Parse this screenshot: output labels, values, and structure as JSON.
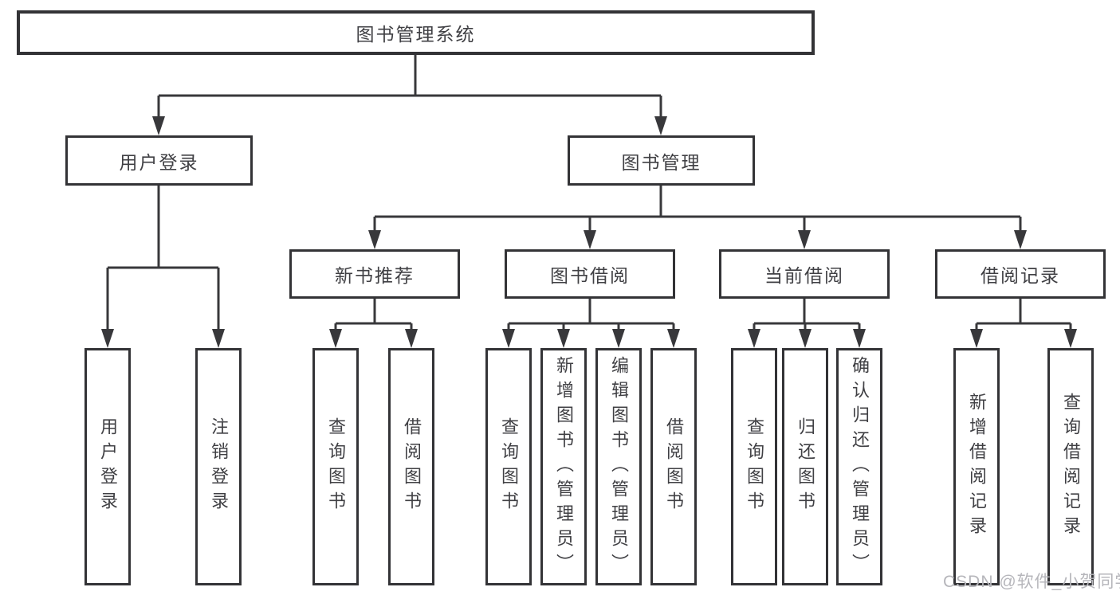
{
  "diagram": {
    "root": {
      "label": "图书管理系统"
    },
    "level2": [
      {
        "label": "用户登录",
        "children": [
          {
            "label": "用户登录"
          },
          {
            "label": "注销登录"
          }
        ]
      },
      {
        "label": "图书管理",
        "children": [
          {
            "label": "新书推荐",
            "children": [
              {
                "label": "查询图书"
              },
              {
                "label": "借阅图书"
              }
            ]
          },
          {
            "label": "图书借阅",
            "children": [
              {
                "label": "查询图书"
              },
              {
                "label": "新增图书（管理员）"
              },
              {
                "label": "编辑图书（管理员）"
              },
              {
                "label": "借阅图书"
              }
            ]
          },
          {
            "label": "当前借阅",
            "children": [
              {
                "label": "查询图书"
              },
              {
                "label": "归还图书"
              },
              {
                "label": "确认归还（管理员）"
              }
            ]
          },
          {
            "label": "借阅记录",
            "children": [
              {
                "label": "新增借阅记录"
              },
              {
                "label": "查询借阅记录"
              }
            ]
          }
        ]
      }
    ]
  },
  "watermark": {
    "text": "CSDN @软件_小贺同学"
  },
  "colors": {
    "line": "#38383b",
    "box_border": "#333336",
    "text": "#404044",
    "watermark": "#b6b6bb",
    "background": "#ffffff"
  }
}
